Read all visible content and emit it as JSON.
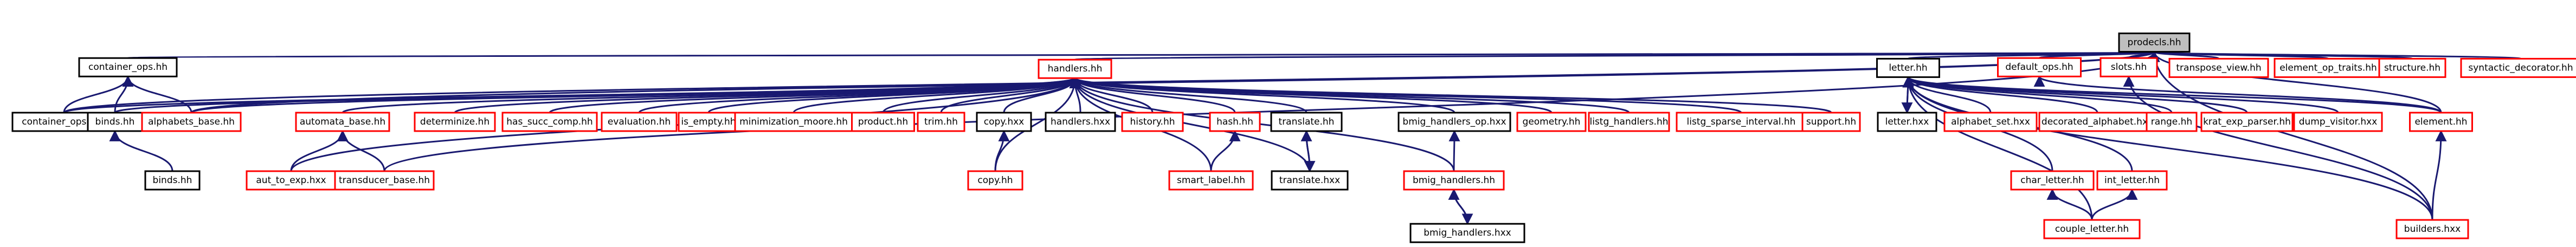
{
  "graph": {
    "nodes": [
      {
        "id": "prodecls",
        "label": "prodecls.hh",
        "style": "root"
      },
      {
        "id": "container_ops_hh",
        "label": "container_ops.hh",
        "style": "black"
      },
      {
        "id": "container_ops_hxx",
        "label": "container_ops.hxx",
        "style": "black"
      },
      {
        "id": "handlers_hh",
        "label": "handlers.hh",
        "style": "red"
      },
      {
        "id": "default_ops",
        "label": "default_ops.hh",
        "style": "red"
      },
      {
        "id": "slots",
        "label": "slots.hh",
        "style": "red"
      },
      {
        "id": "transpose_view",
        "label": "transpose_view.hh",
        "style": "red"
      },
      {
        "id": "element_op_traits",
        "label": "element_op_traits.hh",
        "style": "red"
      },
      {
        "id": "structure",
        "label": "structure.hh",
        "style": "red"
      },
      {
        "id": "syntactic_decorator",
        "label": "syntactic_decorator.hh",
        "style": "red"
      },
      {
        "id": "letter_hh",
        "label": "letter.hh",
        "style": "black"
      },
      {
        "id": "binds_hh",
        "label": "binds.hh",
        "style": "black"
      },
      {
        "id": "alphabets_base",
        "label": "alphabets_base.hh",
        "style": "red"
      },
      {
        "id": "automata_base",
        "label": "automata_base.hh",
        "style": "red"
      },
      {
        "id": "determinize",
        "label": "determinize.hh",
        "style": "red"
      },
      {
        "id": "has_succ_comp",
        "label": "has_succ_comp.hh",
        "style": "red"
      },
      {
        "id": "evaluation",
        "label": "evaluation.hh",
        "style": "red"
      },
      {
        "id": "is_empty",
        "label": "is_empty.hh",
        "style": "red"
      },
      {
        "id": "minimization_moore",
        "label": "minimization_moore.hh",
        "style": "red"
      },
      {
        "id": "product",
        "label": "product.hh",
        "style": "red"
      },
      {
        "id": "trim",
        "label": "trim.hh",
        "style": "red"
      },
      {
        "id": "copy_hxx",
        "label": "copy.hxx",
        "style": "black"
      },
      {
        "id": "handlers_hxx",
        "label": "handlers.hxx",
        "style": "black"
      },
      {
        "id": "history",
        "label": "history.hh",
        "style": "red"
      },
      {
        "id": "hash",
        "label": "hash.hh",
        "style": "red"
      },
      {
        "id": "translate_hh",
        "label": "translate.hh",
        "style": "black"
      },
      {
        "id": "bmig_handlers_op",
        "label": "bmig_handlers_op.hxx",
        "style": "black"
      },
      {
        "id": "geometry",
        "label": "geometry.hh",
        "style": "red"
      },
      {
        "id": "listg_handlers",
        "label": "listg_handlers.hh",
        "style": "red"
      },
      {
        "id": "listg_sparse_interval",
        "label": "listg_sparse_interval.hh",
        "style": "red"
      },
      {
        "id": "support",
        "label": "support.hh",
        "style": "red"
      },
      {
        "id": "letter_hxx",
        "label": "letter.hxx",
        "style": "black"
      },
      {
        "id": "alphabet_set",
        "label": "alphabet_set.hxx",
        "style": "red"
      },
      {
        "id": "decorated_alphabet",
        "label": "decorated_alphabet.hxx",
        "style": "red"
      },
      {
        "id": "range",
        "label": "range.hh",
        "style": "red"
      },
      {
        "id": "krat_exp_parser",
        "label": "krat_exp_parser.hh",
        "style": "red"
      },
      {
        "id": "dump_visitor",
        "label": "dump_visitor.hxx",
        "style": "red"
      },
      {
        "id": "element",
        "label": "element.hh",
        "style": "red"
      },
      {
        "id": "binds_hxx",
        "label": "binds.hh",
        "style": "black"
      },
      {
        "id": "aut_to_exp",
        "label": "aut_to_exp.hxx",
        "style": "red"
      },
      {
        "id": "transducer_base",
        "label": "transducer_base.hh",
        "style": "red"
      },
      {
        "id": "copy_hh",
        "label": "copy.hh",
        "style": "red"
      },
      {
        "id": "smart_label",
        "label": "smart_label.hh",
        "style": "red"
      },
      {
        "id": "translate_hxx",
        "label": "translate.hxx",
        "style": "black"
      },
      {
        "id": "bmig_handlers_hh",
        "label": "bmig_handlers.hh",
        "style": "red"
      },
      {
        "id": "bmig_handlers_hxx",
        "label": "bmig_handlers.hxx",
        "style": "black"
      },
      {
        "id": "char_letter",
        "label": "char_letter.hh",
        "style": "red"
      },
      {
        "id": "int_letter",
        "label": "int_letter.hh",
        "style": "red"
      },
      {
        "id": "couple_letter",
        "label": "couple_letter.hh",
        "style": "red"
      },
      {
        "id": "builders",
        "label": "builders.hxx",
        "style": "red"
      }
    ],
    "edges": [
      [
        "container_ops_hh",
        "prodecls"
      ],
      [
        "container_ops_hxx",
        "prodecls"
      ],
      [
        "handlers_hh",
        "prodecls"
      ],
      [
        "default_ops",
        "prodecls"
      ],
      [
        "slots",
        "prodecls"
      ],
      [
        "transpose_view",
        "prodecls"
      ],
      [
        "element_op_traits",
        "prodecls"
      ],
      [
        "structure",
        "prodecls"
      ],
      [
        "syntactic_decorator",
        "prodecls"
      ],
      [
        "letter_hh",
        "prodecls"
      ],
      [
        "transducer_base",
        "prodecls"
      ],
      [
        "element",
        "prodecls"
      ],
      [
        "builders",
        "prodecls"
      ],
      [
        "alphabets_base",
        "prodecls"
      ],
      [
        "container_ops_hxx",
        "container_ops_hh"
      ],
      [
        "binds_hh",
        "container_ops_hh"
      ],
      [
        "alphabets_base",
        "container_ops_hh"
      ],
      [
        "binds_hxx",
        "binds_hh"
      ],
      [
        "container_ops_hxx",
        "handlers_hh"
      ],
      [
        "binds_hh",
        "handlers_hh"
      ],
      [
        "alphabets_base",
        "handlers_hh"
      ],
      [
        "automata_base",
        "handlers_hh"
      ],
      [
        "aut_to_exp",
        "handlers_hh"
      ],
      [
        "determinize",
        "handlers_hh"
      ],
      [
        "has_succ_comp",
        "handlers_hh"
      ],
      [
        "evaluation",
        "handlers_hh"
      ],
      [
        "is_empty",
        "handlers_hh"
      ],
      [
        "minimization_moore",
        "handlers_hh"
      ],
      [
        "product",
        "handlers_hh"
      ],
      [
        "trim",
        "handlers_hh"
      ],
      [
        "copy_hxx",
        "handlers_hh"
      ],
      [
        "copy_hh",
        "handlers_hh"
      ],
      [
        "handlers_hxx",
        "handlers_hh"
      ],
      [
        "history",
        "handlers_hh"
      ],
      [
        "hash",
        "handlers_hh"
      ],
      [
        "smart_label",
        "handlers_hh"
      ],
      [
        "translate_hh",
        "handlers_hh"
      ],
      [
        "translate_hxx",
        "handlers_hh"
      ],
      [
        "bmig_handlers_op",
        "handlers_hh"
      ],
      [
        "bmig_handlers_hh",
        "handlers_hh"
      ],
      [
        "geometry",
        "handlers_hh"
      ],
      [
        "listg_handlers",
        "handlers_hh"
      ],
      [
        "listg_sparse_interval",
        "handlers_hh"
      ],
      [
        "support",
        "handlers_hh"
      ],
      [
        "aut_to_exp",
        "automata_base"
      ],
      [
        "transducer_base",
        "automata_base"
      ],
      [
        "copy_hh",
        "copy_hxx"
      ],
      [
        "smart_label",
        "hash"
      ],
      [
        "translate_hxx",
        "translate_hh"
      ],
      [
        "translate_hh",
        "translate_hxx"
      ],
      [
        "bmig_handlers_hh",
        "bmig_handlers_op"
      ],
      [
        "bmig_handlers_hxx",
        "bmig_handlers_hh"
      ],
      [
        "bmig_handlers_hh",
        "bmig_handlers_hxx"
      ],
      [
        "letter_hxx",
        "letter_hh"
      ],
      [
        "alphabet_set",
        "letter_hh"
      ],
      [
        "decorated_alphabet",
        "letter_hh"
      ],
      [
        "char_letter",
        "letter_hh"
      ],
      [
        "int_letter",
        "letter_hh"
      ],
      [
        "couple_letter",
        "letter_hh"
      ],
      [
        "range",
        "letter_hh"
      ],
      [
        "krat_exp_parser",
        "letter_hh"
      ],
      [
        "dump_visitor",
        "letter_hh"
      ],
      [
        "element",
        "letter_hh"
      ],
      [
        "builders",
        "letter_hh"
      ],
      [
        "letter_hh",
        "letter_hxx"
      ],
      [
        "couple_letter",
        "char_letter"
      ],
      [
        "couple_letter",
        "int_letter"
      ],
      [
        "element",
        "default_ops"
      ],
      [
        "builders",
        "element"
      ],
      [
        "builders",
        "slots"
      ]
    ]
  }
}
